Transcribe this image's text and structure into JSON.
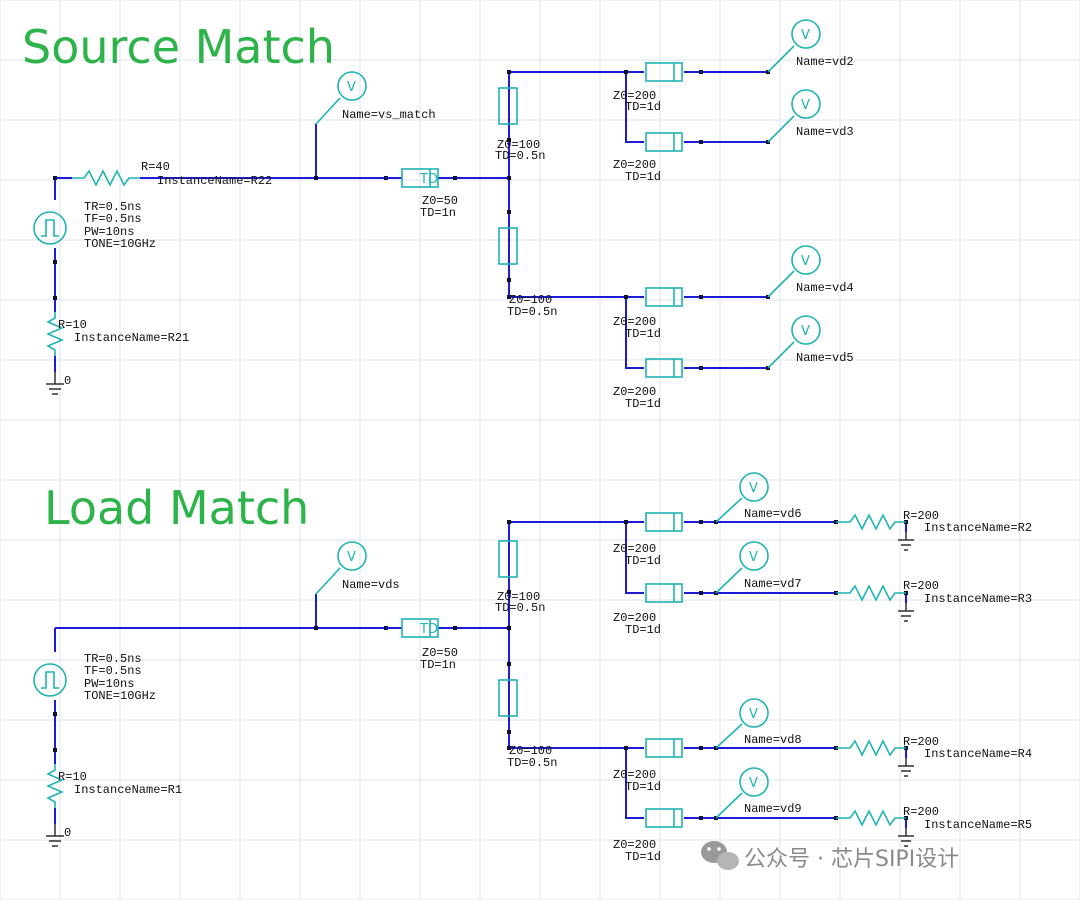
{
  "titles": {
    "source": "Source Match",
    "load": "Load Match"
  },
  "watermark": "公众号 · 芯片SIPI设计",
  "source_circuit": {
    "series_resistor": {
      "value": "R=40",
      "instance": "InstanceName=R22"
    },
    "pulse": [
      "TR=0.5ns",
      "TF=0.5ns",
      "PW=10ns",
      "TONE=10GHz"
    ],
    "shunt_resistor": {
      "value": "R=10",
      "instance": "InstanceName=R21"
    },
    "ground": "0",
    "probe_main": "Name=vs_match",
    "tline_main": {
      "z": "Z0=50",
      "td": "TD=1n"
    },
    "tline_upper": {
      "z": "Z0=100",
      "td": "TD=0.5n"
    },
    "tline_lower": {
      "z": "Z0=100",
      "td": "TD=0.5n"
    },
    "tline_branches": [
      {
        "z": "Z0=200",
        "td": "TD=1d"
      },
      {
        "z": "Z0=200",
        "td": "TD=1d"
      },
      {
        "z": "Z0=200",
        "td": "TD=1d"
      },
      {
        "z": "Z0=200",
        "td": "TD=1d"
      }
    ],
    "probes": [
      "Name=vd2",
      "Name=vd3",
      "Name=vd4",
      "Name=vd5"
    ]
  },
  "load_circuit": {
    "pulse": [
      "TR=0.5ns",
      "TF=0.5ns",
      "PW=10ns",
      "TONE=10GHz"
    ],
    "shunt_resistor": {
      "value": "R=10",
      "instance": "InstanceName=R1"
    },
    "ground": "0",
    "probe_main": "Name=vds",
    "tline_main": {
      "z": "Z0=50",
      "td": "TD=1n"
    },
    "tline_upper": {
      "z": "Z0=100",
      "td": "TD=0.5n"
    },
    "tline_lower": {
      "z": "Z0=100",
      "td": "TD=0.5n"
    },
    "tline_branches": [
      {
        "z": "Z0=200",
        "td": "TD=1d"
      },
      {
        "z": "Z0=200",
        "td": "TD=1d"
      },
      {
        "z": "Z0=200",
        "td": "TD=1d"
      },
      {
        "z": "Z0=200",
        "td": "TD=1d"
      }
    ],
    "probes": [
      "Name=vd6",
      "Name=vd7",
      "Name=vd8",
      "Name=vd9"
    ],
    "load_resistors": [
      {
        "value": "R=200",
        "instance": "InstanceName=R2"
      },
      {
        "value": "R=200",
        "instance": "InstanceName=R3"
      },
      {
        "value": "R=200",
        "instance": "InstanceName=R4"
      },
      {
        "value": "R=200",
        "instance": "InstanceName=R5"
      }
    ]
  },
  "probe_symbol": "V",
  "tline_symbol": "TD",
  "colors": {
    "wire": "#1c1cd6",
    "component": "#1fb3b3",
    "title": "#2db34a",
    "grid": "#dfe3f0"
  }
}
